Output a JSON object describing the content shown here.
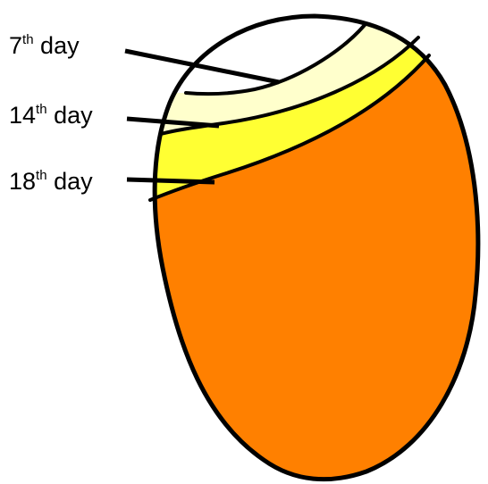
{
  "labels": [
    {
      "id": "day7",
      "num": "7",
      "sup": "th",
      "word": " day"
    },
    {
      "id": "day14",
      "num": "14",
      "sup": "th",
      "word": " day"
    },
    {
      "id": "day18",
      "num": "18",
      "sup": "th",
      "word": " day"
    }
  ],
  "colors": {
    "outline": "#000000",
    "air_cell_day7": "#ffffff",
    "air_cell_day14": "#ffffcc",
    "air_cell_day18": "#ffff33",
    "egg_contents": "#ff8000",
    "background": "#ffffff"
  }
}
